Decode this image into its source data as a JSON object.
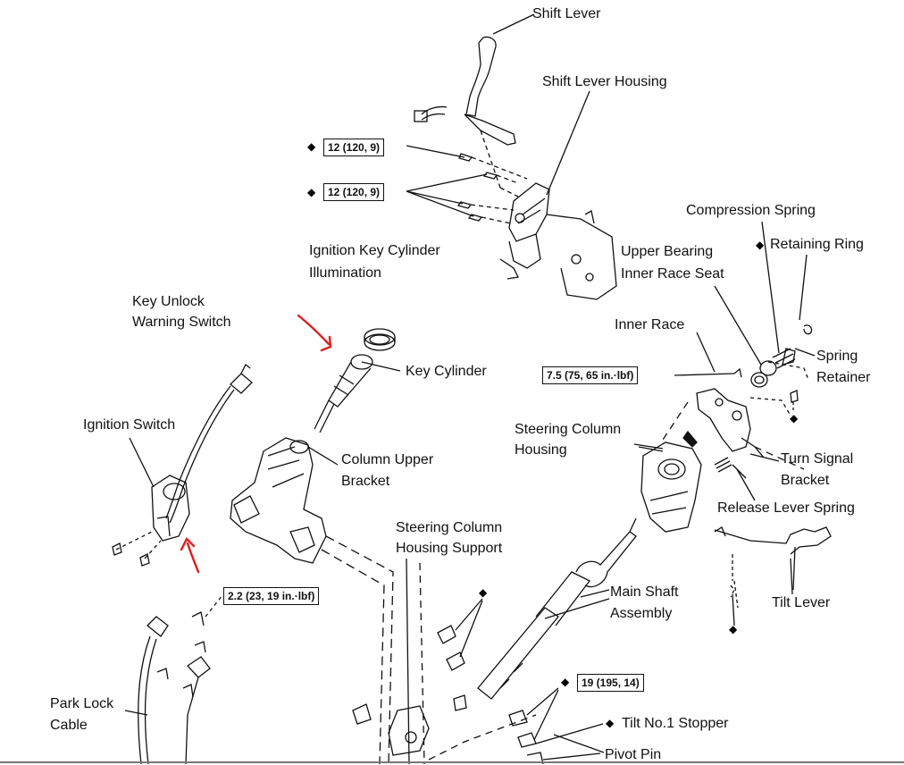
{
  "labels": {
    "shift_lever": "Shift Lever",
    "shift_lever_housing": "Shift Lever Housing",
    "compression_spring": "Compression Spring",
    "retaining_ring": "Retaining Ring",
    "ignition_key_cylinder_illumination_1": "Ignition Key Cylinder",
    "ignition_key_cylinder_illumination_2": "Illumination",
    "upper_bearing_1": "Upper Bearing",
    "upper_bearing_2": "Inner Race Seat",
    "key_unlock_1": "Key Unlock",
    "key_unlock_2": "Warning Switch",
    "inner_race": "Inner Race",
    "spring_retainer_1": "Spring",
    "spring_retainer_2": "Retainer",
    "key_cylinder": "Key Cylinder",
    "ignition_switch": "Ignition Switch",
    "steering_column_housing_1": "Steering Column",
    "steering_column_housing_2": "Housing",
    "column_upper_bracket_1": "Column Upper",
    "column_upper_bracket_2": "Bracket",
    "turn_signal_bracket_1": "Turn Signal",
    "turn_signal_bracket_2": "Bracket",
    "release_lever_spring": "Release Lever Spring",
    "steering_column_housing_support_1": "Steering Column",
    "steering_column_housing_support_2": "Housing Support",
    "main_shaft_assembly_1": "Main Shaft",
    "main_shaft_assembly_2": "Assembly",
    "tilt_lever": "Tilt Lever",
    "park_lock_cable_1": "Park Lock",
    "park_lock_cable_2": "Cable",
    "tilt_no1_stopper": "Tilt No.1 Stopper",
    "pivot_pin": "Pivot Pin"
  },
  "torque_specs": {
    "spec_a": "12 (120, 9)",
    "spec_b": "12 (120, 9)",
    "spec_c": "7.5 (75, 65 in.·lbf)",
    "spec_d": "2.2 (23, 19 in.·lbf)",
    "spec_e": "19 (195, 14)"
  },
  "markers": {
    "diamond": "◆"
  },
  "colors": {
    "annotation_arrow": "#e01e1e",
    "line_art": "#111111"
  }
}
